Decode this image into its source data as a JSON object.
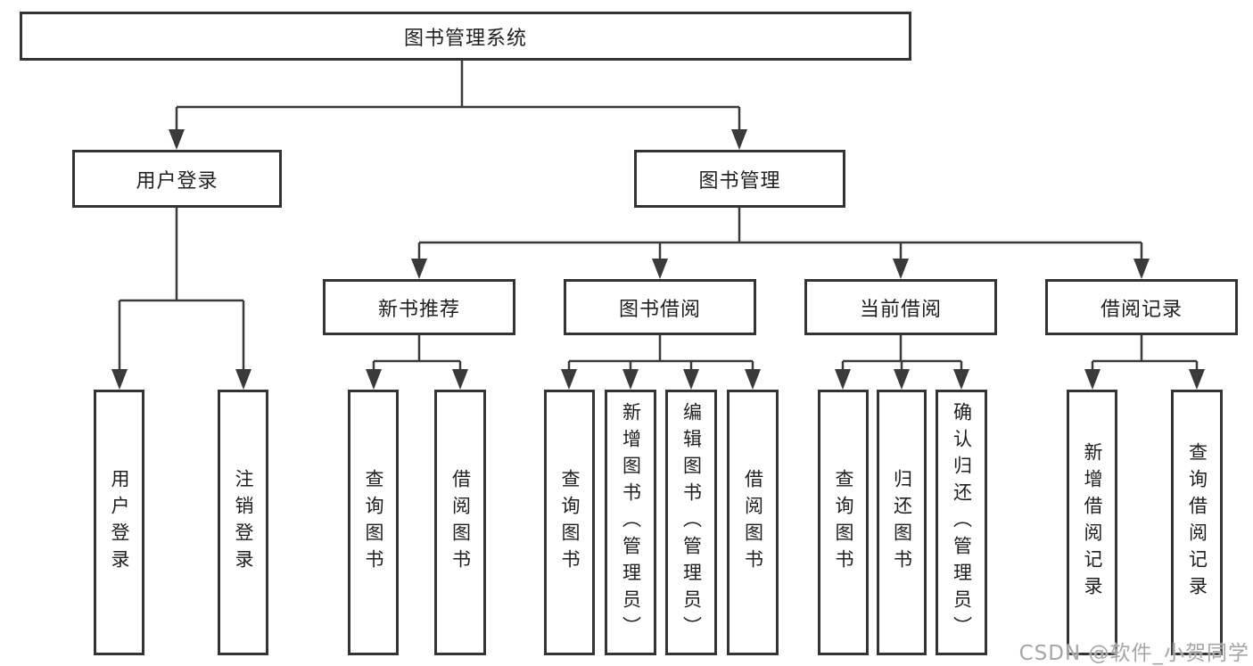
{
  "diagram": {
    "root": {
      "label": "图书管理系统",
      "children": [
        {
          "label": "用户登录",
          "children": [
            {
              "label": "用户登录"
            },
            {
              "label": "注销登录"
            }
          ]
        },
        {
          "label": "图书管理",
          "children": [
            {
              "label": "新书推荐",
              "children": [
                {
                  "label": "查询图书"
                },
                {
                  "label": "借阅图书"
                }
              ]
            },
            {
              "label": "图书借阅",
              "children": [
                {
                  "label": "查询图书"
                },
                {
                  "label": "新增图书（管理员）"
                },
                {
                  "label": "编辑图书（管理员）"
                },
                {
                  "label": "借阅图书"
                }
              ]
            },
            {
              "label": "当前借阅",
              "children": [
                {
                  "label": "查询图书"
                },
                {
                  "label": "归还图书"
                },
                {
                  "label": "确认归还（管理员）"
                }
              ]
            },
            {
              "label": "借阅记录",
              "children": [
                {
                  "label": "新增借阅记录"
                },
                {
                  "label": "查询借阅记录"
                }
              ]
            }
          ]
        }
      ]
    }
  },
  "watermark": {
    "text": "CSDN @软件_小贺同学"
  },
  "colors": {
    "background": "#ffffff",
    "box_border": "#333333",
    "connector_line": "#3a3a3a",
    "text": "#1f1f1f",
    "watermark": "#a6a6a6"
  }
}
